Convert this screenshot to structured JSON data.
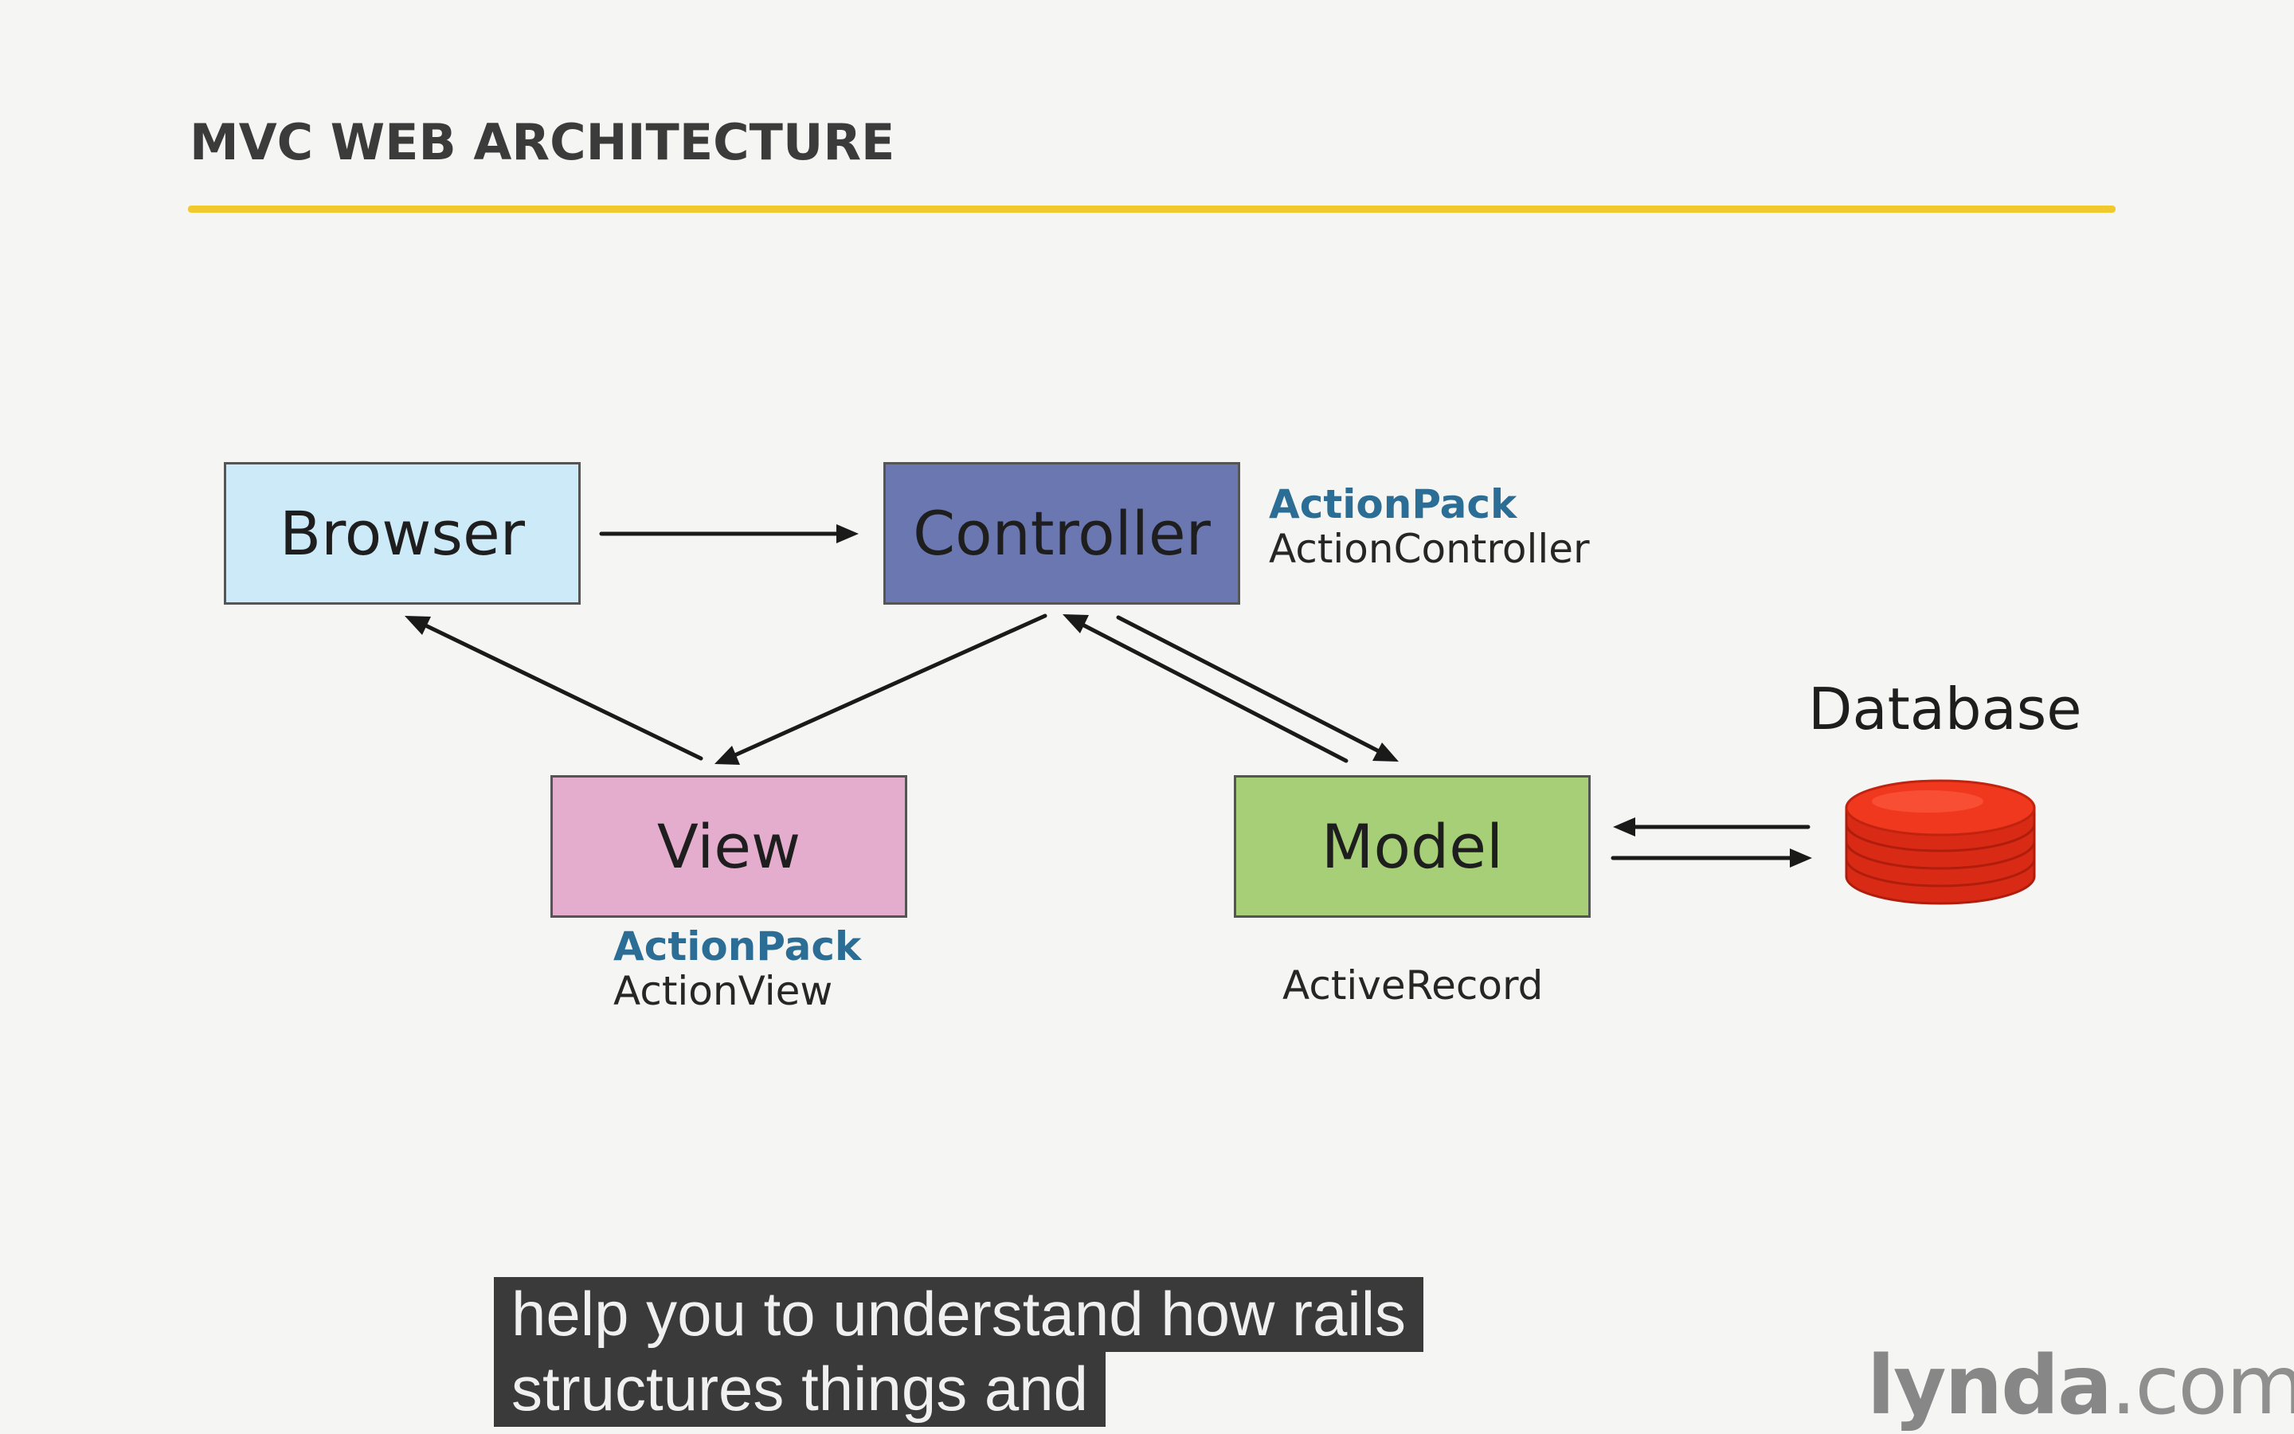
{
  "slide": {
    "title": "MVC WEB ARCHITECTURE",
    "accent_color": "#f1c92e"
  },
  "nodes": {
    "browser": {
      "label": "Browser",
      "color": "#cdeaf9"
    },
    "controller": {
      "label": "Controller",
      "color": "#6b77b1",
      "pack": "ActionPack",
      "class_name": "ActionController"
    },
    "view": {
      "label": "View",
      "color": "#e4adce",
      "pack": "ActionPack",
      "class_name": "ActionView"
    },
    "model": {
      "label": "Model",
      "color": "#a6cf77",
      "class_name": "ActiveRecord"
    },
    "database": {
      "label": "Database",
      "color": "#e8321b"
    }
  },
  "edges": [
    {
      "from": "browser",
      "to": "controller"
    },
    {
      "from": "controller",
      "to": "view"
    },
    {
      "from": "view",
      "to": "browser"
    },
    {
      "from": "controller",
      "to": "model"
    },
    {
      "from": "model",
      "to": "controller"
    },
    {
      "from": "model",
      "to": "database"
    },
    {
      "from": "database",
      "to": "model"
    }
  ],
  "caption": {
    "line1": "help you to understand how rails",
    "line2": "structures things and"
  },
  "logo": {
    "brand": "lynda",
    "suffix": ".com"
  }
}
